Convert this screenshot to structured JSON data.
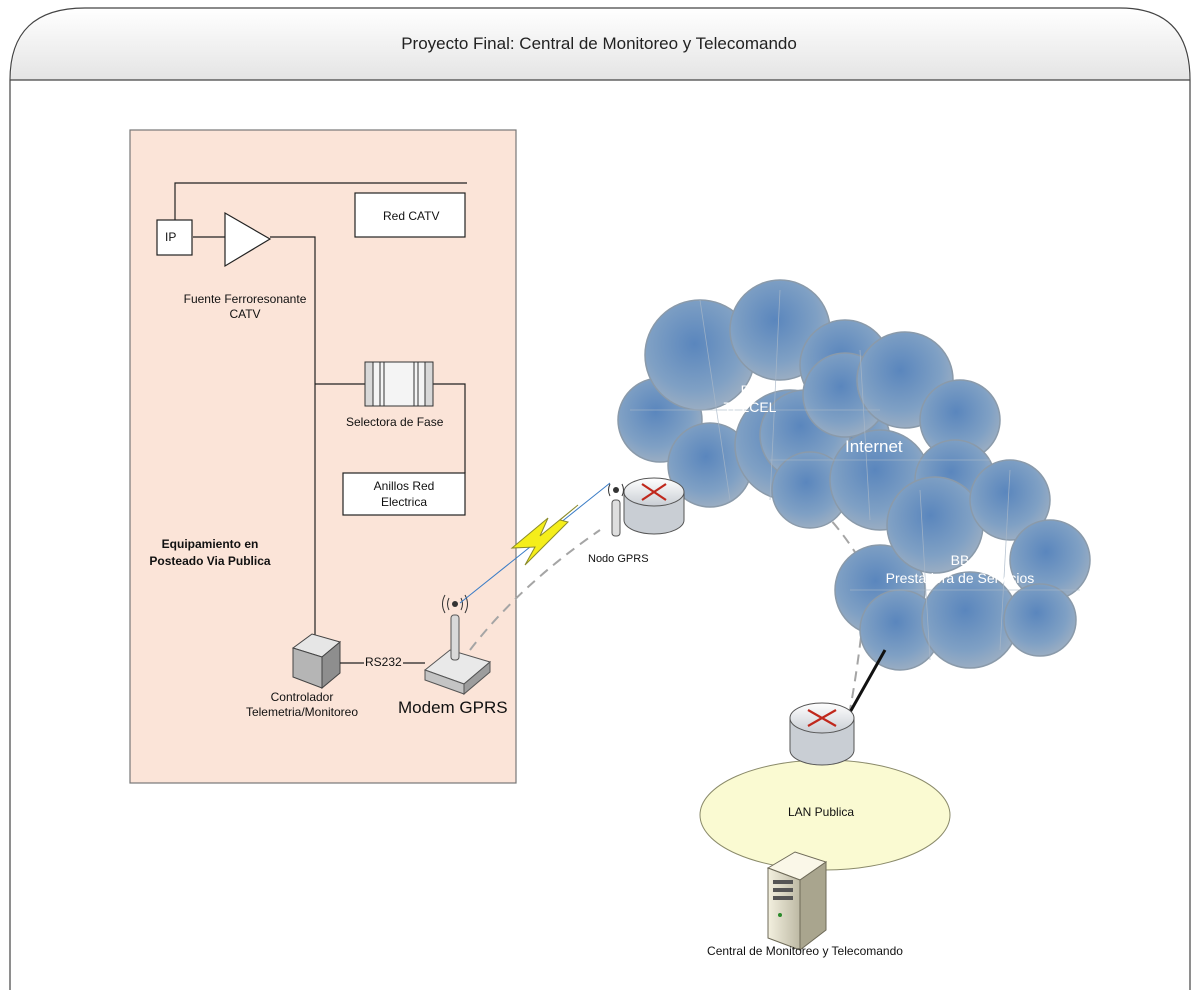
{
  "title": "Proyecto Final: Central de Monitoreo y Telecomando",
  "nodes": {
    "ip": "IP",
    "red_catv": "Red CATV",
    "fuente": [
      "Fuente Ferroresonante",
      "CATV"
    ],
    "selectora": "Selectora de Fase",
    "anillos": [
      "Anillos Red",
      "Electrica"
    ],
    "equipamiento": [
      "Equipamiento en",
      "Posteado Via Publica"
    ],
    "rs232": "RS232",
    "controlador": [
      "Controlador",
      "Telemetria/Monitoreo"
    ],
    "modem": "Modem GPRS",
    "nodo_gprs": "Nodo GPRS",
    "bb_telcel": [
      "BB",
      "TELCEL"
    ],
    "internet": "Internet",
    "bb_prestadora": [
      "BB",
      "Prestadora de Servicios"
    ],
    "lan": "LAN Publica",
    "central": "Central de Monitoreo y Telecomando"
  },
  "colors": {
    "panel_fill": "#fbe4d8",
    "cloud_fill": "#7f9fbf",
    "cloud_stroke": "#8a9aaa",
    "lan_fill": "#fafad2",
    "lightning": "#f5ee1a",
    "router_arrow": "#c0281c"
  }
}
